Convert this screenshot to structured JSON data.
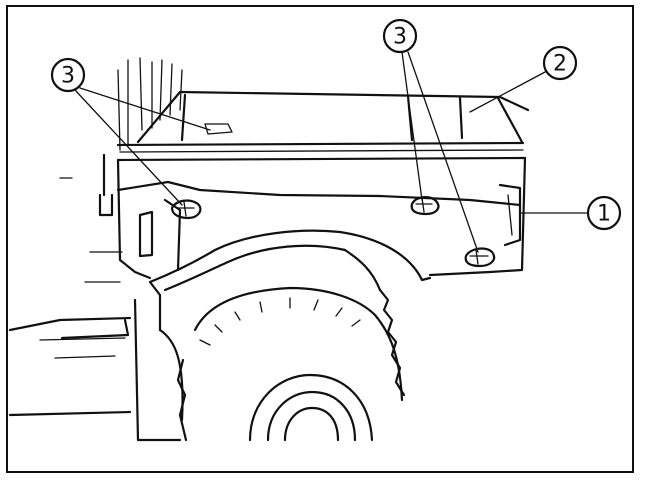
{
  "callouts": [
    {
      "id": "c3-left",
      "label": "3"
    },
    {
      "id": "c3-mid",
      "label": "3"
    },
    {
      "id": "c2",
      "label": "2"
    },
    {
      "id": "c1",
      "label": "1"
    }
  ],
  "colors": {
    "ink": "#111111",
    "paper": "#ffffff"
  }
}
